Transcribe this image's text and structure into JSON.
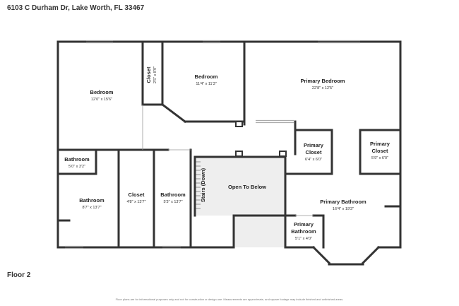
{
  "address": "6103 C Durham Dr, Lake Worth, FL 33467",
  "floor_label": "Floor 2",
  "disclaimer": "Floor plans are for informational purposes only and not for construction or design use. Measurements are approximate, and square footage may include finished and unfinished areas.",
  "colors": {
    "wall": "#333333",
    "stair_fill": "#eeeeee",
    "window": "#bbbbbb"
  },
  "rooms": [
    {
      "id": "bedroom-west",
      "name": "Bedroom",
      "dims": "12'0\" x 15'6\""
    },
    {
      "id": "closet-north",
      "name": "Closet",
      "dims": "2'5\" x 8'9\""
    },
    {
      "id": "bedroom-north",
      "name": "Bedroom",
      "dims": "11'4\" x 11'3\""
    },
    {
      "id": "primary-bedroom",
      "name": "Primary Bedroom",
      "dims": "22'8\" x 12'5\""
    },
    {
      "id": "primary-closet-1",
      "name": "Primary Closet",
      "dims": "6'4\" x 6'0\""
    },
    {
      "id": "primary-closet-2",
      "name": "Primary Closet",
      "dims": "5'9\" x 6'0\""
    },
    {
      "id": "bathroom-small",
      "name": "Bathroom",
      "dims": "5'0\" x 3'2\""
    },
    {
      "id": "bathroom-west",
      "name": "Bathroom",
      "dims": "8'7\" x 13'7\""
    },
    {
      "id": "closet-center",
      "name": "Closet",
      "dims": "4'8\" x 13'7\""
    },
    {
      "id": "bathroom-center",
      "name": "Bathroom",
      "dims": "5'3\" x 13'7\""
    },
    {
      "id": "stairs",
      "name": "Stairs (Down)",
      "dims": ""
    },
    {
      "id": "open-to-below",
      "name": "Open To Below",
      "dims": ""
    },
    {
      "id": "primary-bathroom",
      "name": "Primary Bathroom",
      "dims": "16'4\" x 19'3\""
    },
    {
      "id": "primary-bathroom-small",
      "name": "Primary Bathroom",
      "dims": "5'1\" x 4'0\""
    }
  ]
}
